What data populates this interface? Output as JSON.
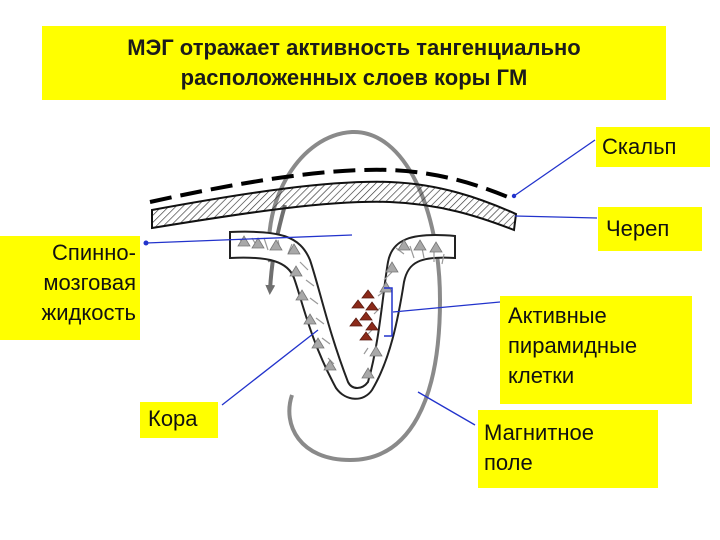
{
  "title": "МЭГ отражает активность тангенциально\nрасположенных слоев коры ГМ",
  "labels": {
    "scalp": "Скальп",
    "skull": "Череп",
    "csf": "Спинно-\nмозговая\nжидкость",
    "pyramidal": "Активные\nпирамидные\nклетки",
    "cortex": "Кора",
    "magnetic_field": "Магнитное\nполе"
  },
  "colors": {
    "label_background": "#ffff00",
    "pointer_lines": "#2233cc",
    "field_lines": "#808080",
    "active_cells": "#8b2a1a"
  }
}
